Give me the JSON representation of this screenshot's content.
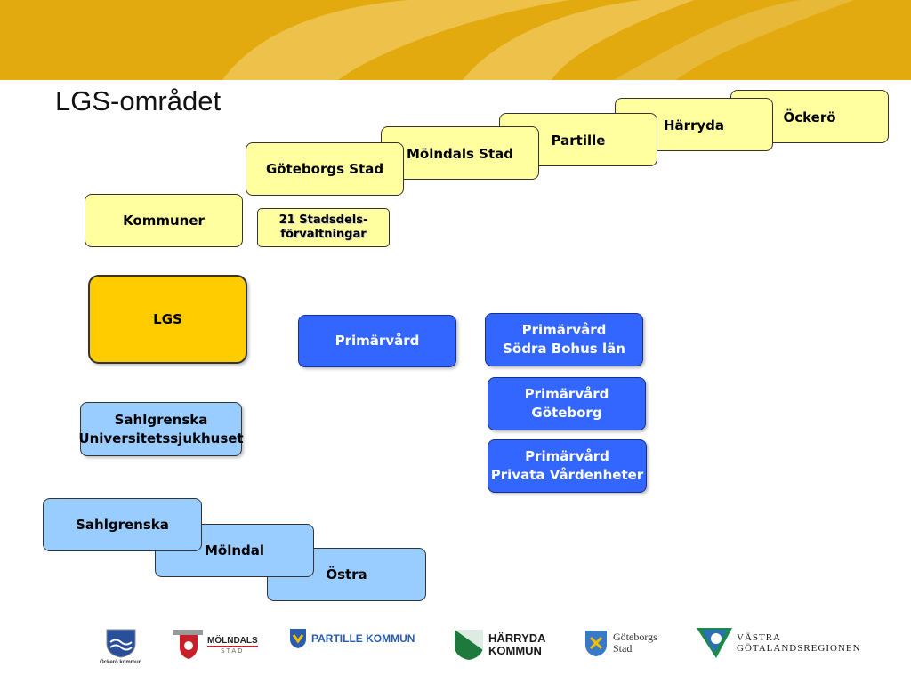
{
  "title": "LGS-området",
  "kommuner": {
    "label": "Kommuner",
    "items": [
      "Öckerö",
      "Härryda",
      "Partille",
      "Mölndals Stad",
      "Göteborgs Stad"
    ],
    "sub": "21 Stadsdels-\nförvaltningar"
  },
  "lgs": {
    "label": "LGS"
  },
  "primarvard": {
    "label": "Primärvård",
    "items": [
      "Primärvård\nSödra Bohus län",
      "Primärvård\nGöteborg",
      "Primärvård\nPrivata Vårdenheter"
    ]
  },
  "sahlgrenska": {
    "label": "Sahlgrenska\nUniversitetssjukhuset",
    "sites": [
      "Sahlgrenska",
      "Mölndal",
      "Östra"
    ]
  },
  "logos": {
    "ockero": "Öckerö kommun",
    "molndal": "MÖLNDALS",
    "molndal_sub": "STAD",
    "partille": "PARTILLE KOMMUN",
    "harryda1": "HÄRRYDA",
    "harryda2": "KOMMUN",
    "goteborg1": "Göteborgs",
    "goteborg2": "Stad",
    "vgr1": "VÄSTRA",
    "vgr2": "GÖTALANDSREGIONEN"
  },
  "colors": {
    "banner": "#e2aa0e",
    "yellow_box": "#ffffa0",
    "lgs_box": "#ffcc00",
    "primarvard_box": "#3366ff",
    "sahlgrenska_box": "#99ccff"
  }
}
